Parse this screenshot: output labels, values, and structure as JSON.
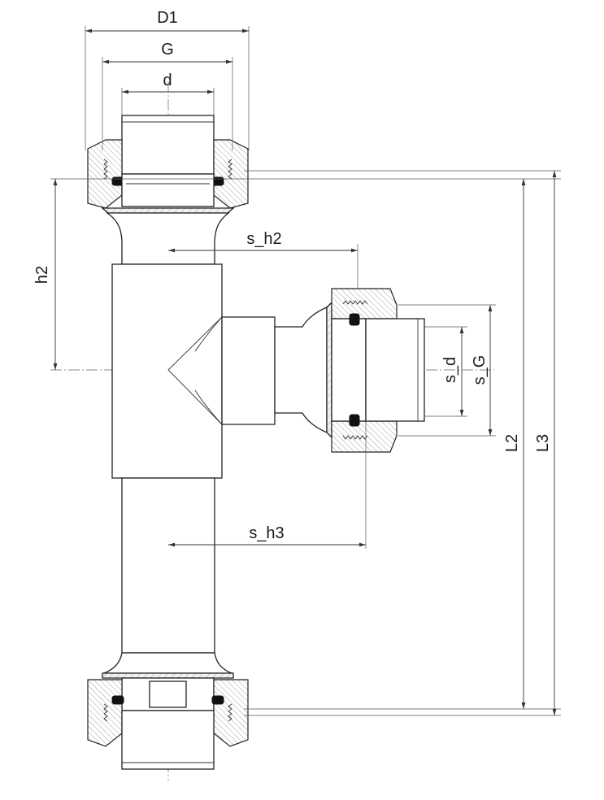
{
  "drawing": {
    "labels": {
      "D1": "D1",
      "G": "G",
      "d": "d",
      "h2": "h2",
      "s_h2": "s_h2",
      "s_d": "s_d",
      "s_G": "s_G",
      "L2": "L2",
      "L3": "L3",
      "s_h3": "s_h3"
    },
    "colors": {
      "stroke": "#222222",
      "seal": "#111111",
      "hatch": "#8a8a8a"
    }
  }
}
